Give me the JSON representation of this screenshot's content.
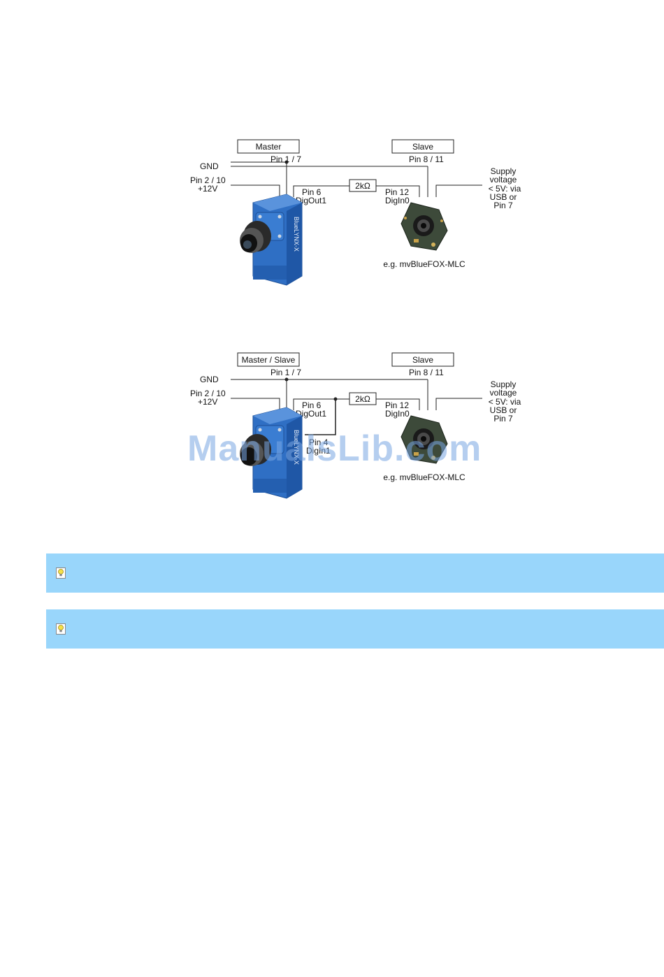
{
  "diagrams": [
    {
      "master_label": "Master",
      "slave_label": "Slave",
      "gnd": "GND",
      "pin_master_gnd": "Pin 1 / 7",
      "pin_slave_gnd": "Pin 8 / 11",
      "pin_power_line1": "Pin 2 / 10",
      "pin_power_line2": "+12V",
      "pin_out_line1": "Pin 6",
      "pin_out_line2": "DigOut1",
      "resistor": "2kΩ",
      "pin_in_line1": "Pin 12",
      "pin_in_line2": "DigIn0",
      "supply_line1": "Supply",
      "supply_line2": "voltage",
      "supply_line3": "< 5V: via",
      "supply_line4": "USB or",
      "supply_line5": "Pin 7",
      "camera_caption": "e.g. mvBlueFOX-MLC",
      "camera_brand": "BlueLYNX-X"
    },
    {
      "master_label": "Master / Slave",
      "slave_label": "Slave",
      "gnd": "GND",
      "pin_master_gnd": "Pin 1 / 7",
      "pin_slave_gnd": "Pin 8 / 11",
      "pin_power_line1": "Pin 2 / 10",
      "pin_power_line2": "+12V",
      "pin_out_line1": "Pin 6",
      "pin_out_line2": "DigOut1",
      "resistor": "2kΩ",
      "pin_in_line1": "Pin 12",
      "pin_in_line2": "DigIn0",
      "pin_extra_line1": "Pin 4",
      "pin_extra_line2": "DigIn1",
      "supply_line1": "Supply",
      "supply_line2": "voltage",
      "supply_line3": "< 5V: via",
      "supply_line4": "USB or",
      "supply_line5": "Pin 7",
      "camera_caption": "e.g. mvBlueFOX-MLC",
      "camera_brand": "BlueLYNX-X"
    }
  ],
  "watermark": "ManualsLib.com",
  "notes": [
    {
      "icon": "lightbulb-icon",
      "text": ""
    },
    {
      "icon": "lightbulb-icon",
      "text": ""
    }
  ],
  "colors": {
    "note_background": "#99d6fb",
    "camera_blue": "#2f6fc4",
    "watermark": "#78a5e1"
  }
}
